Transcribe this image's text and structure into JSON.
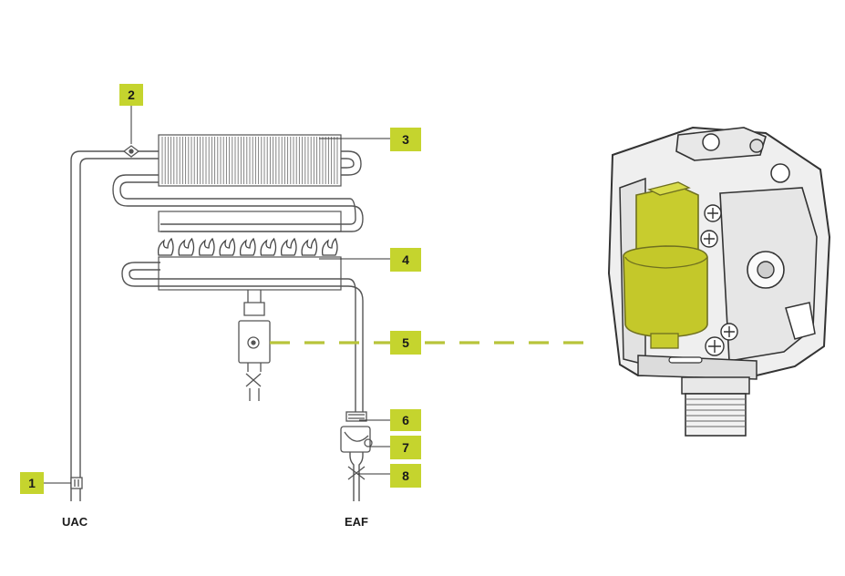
{
  "tags": [
    "1",
    "2",
    "3",
    "4",
    "5",
    "6",
    "7",
    "8"
  ],
  "labels": {
    "inlet_left": "UAC",
    "inlet_right": "EAF"
  },
  "colors": {
    "tag_fill": "#c5d42e",
    "highlight": "#c8cc2e",
    "line": "#3a3a3a",
    "dash": "#b8c43a"
  },
  "icons": [
    "flame-icon",
    "valve-icon",
    "sensor-icon"
  ]
}
